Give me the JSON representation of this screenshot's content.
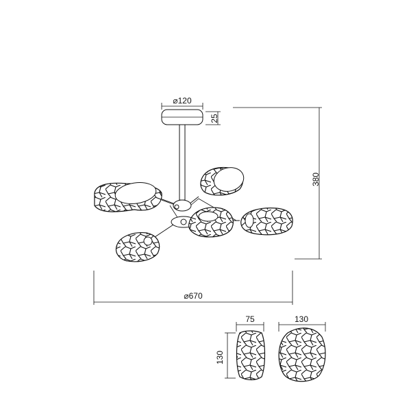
{
  "drawing": {
    "canopy_diameter": "⌀120",
    "canopy_height": "25",
    "total_height": "380",
    "total_diameter": "⌀670",
    "shade_side_width": "75",
    "shade_side_height": "130",
    "shade_front_width": "130"
  }
}
